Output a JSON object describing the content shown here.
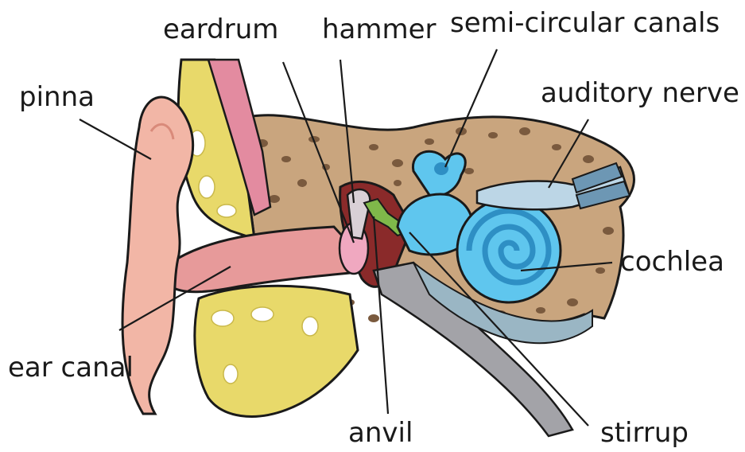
{
  "labels": {
    "eardrum": "eardrum",
    "hammer": "hammer",
    "semi_circular_canals": "semi-circular canals",
    "pinna": "pinna",
    "auditory_nerve": "auditory nerve",
    "cochlea": "cochlea",
    "ear_canal": "ear canal",
    "anvil": "anvil",
    "stirrup": "stirrup"
  },
  "colors": {
    "skin": "#f2b6a6",
    "skin_dark": "#d98a7a",
    "fat": "#e8d96a",
    "bone": "#c9a57e",
    "bone_spot": "#7a5a3e",
    "canal": "#e79a9a",
    "cochlea": "#5fc6ee",
    "cochlea_dark": "#2e8fc4",
    "nerve": "#6d97b4",
    "ossicle": "#7fb84a",
    "middle_ear": "#8a2a2a"
  }
}
